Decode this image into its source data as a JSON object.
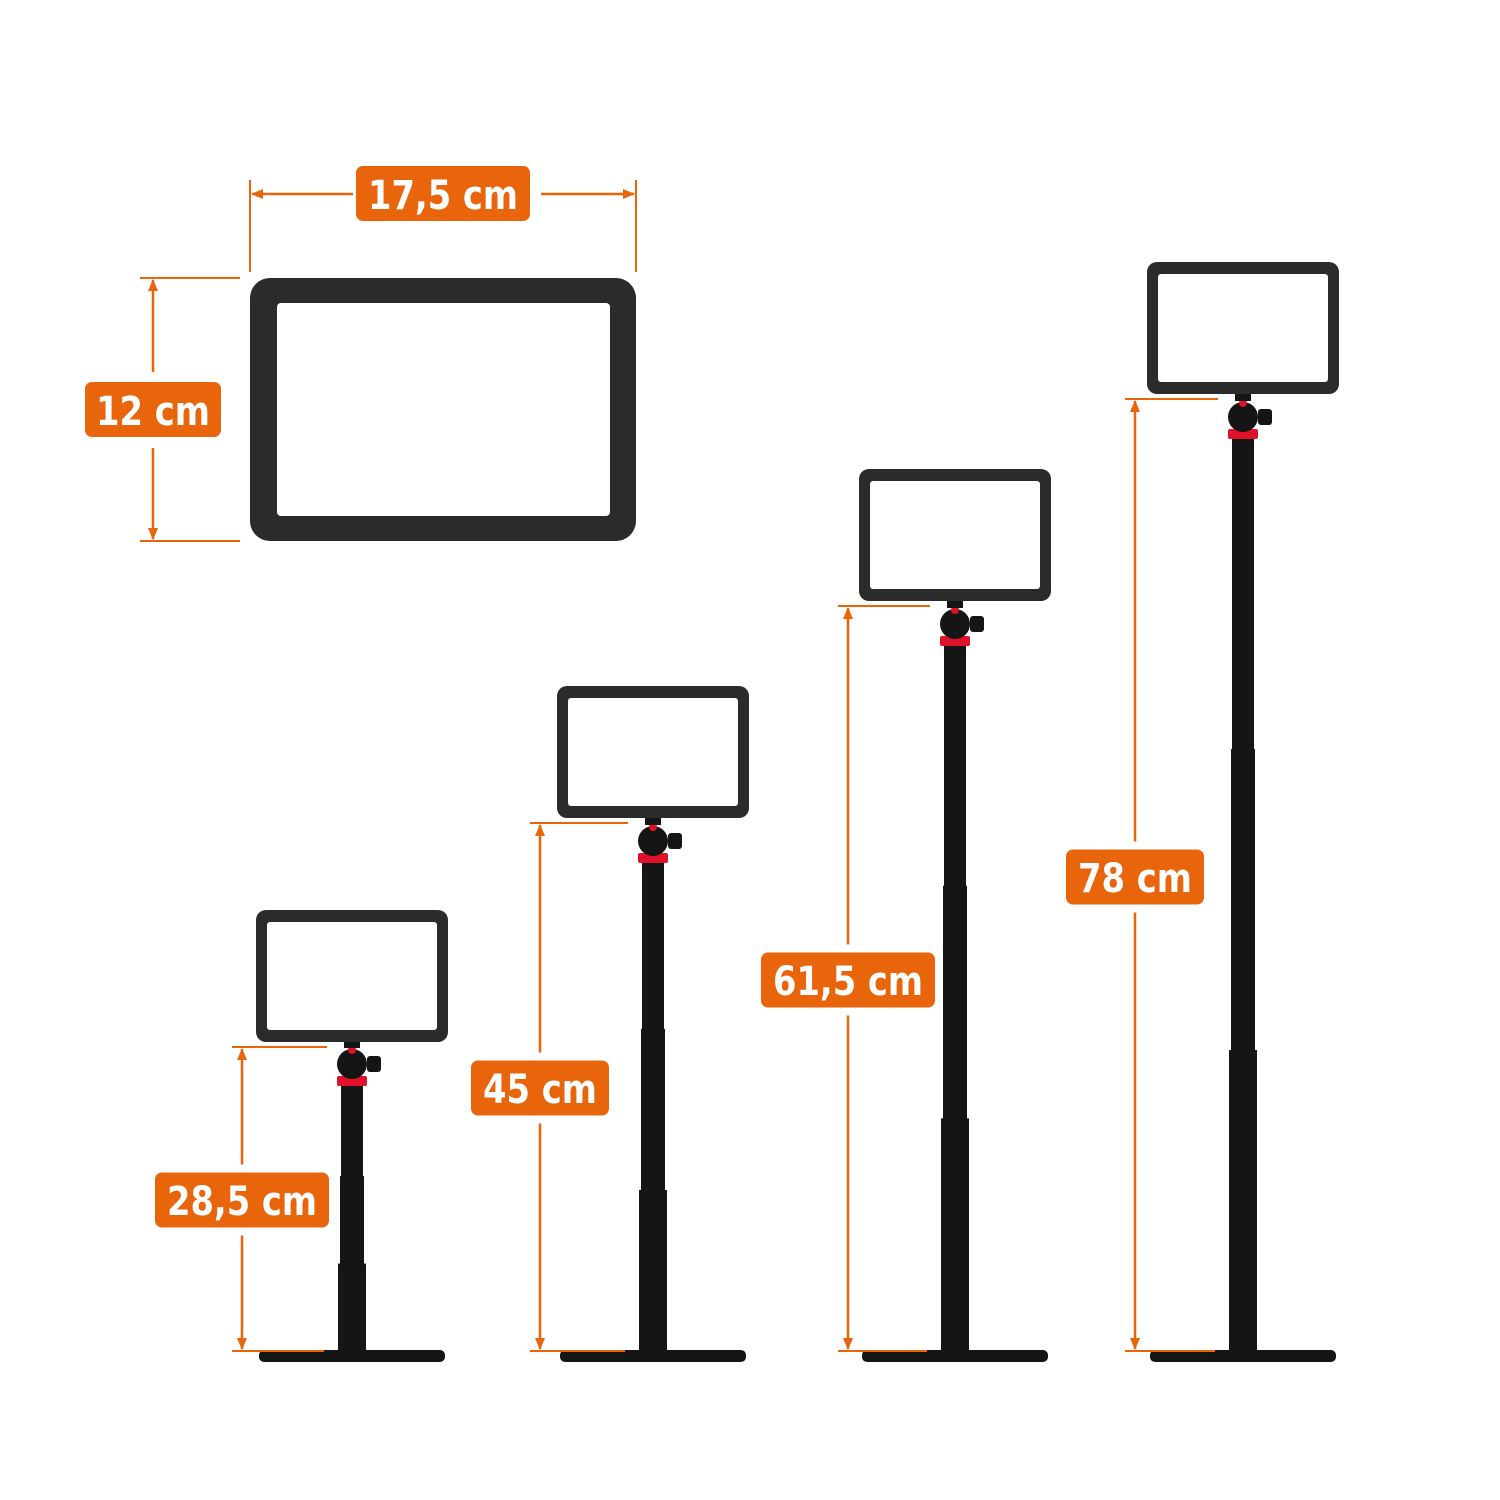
{
  "colors": {
    "accent": "#e8650c",
    "device": "#2b2b2b",
    "device_dark": "#151515",
    "knob_red": "#e0122b",
    "screen": "#ffffff"
  },
  "panel_dimensions": {
    "width_label": "17,5 cm",
    "height_label": "12 cm"
  },
  "stands": [
    {
      "height_label": "28,5 cm"
    },
    {
      "height_label": "45 cm"
    },
    {
      "height_label": "61,5 cm"
    },
    {
      "height_label": "78 cm"
    }
  ]
}
